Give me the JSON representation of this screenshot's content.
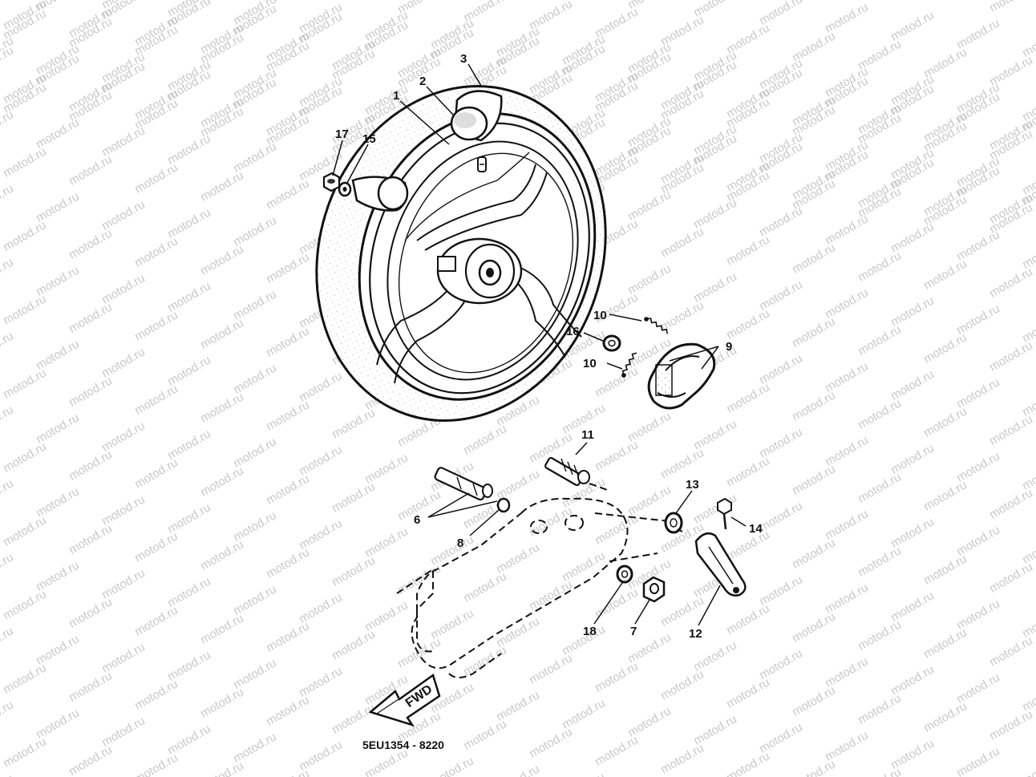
{
  "watermark_text": "motod.ru",
  "diagram_code": "5EU1354 - 8220",
  "direction_label": "FWD",
  "callouts": {
    "tire": "1",
    "tube": "2",
    "rim_band": "3",
    "shoe": "9",
    "spring_upper": "10",
    "spring_lower": "10",
    "cam": "11",
    "washer_16": "16",
    "nut_17": "17",
    "washer_15": "15",
    "shaft": "6",
    "oring": "8",
    "seal": "13",
    "bolt": "14",
    "lever": "12",
    "washer_18": "18",
    "nut_7": "7"
  }
}
